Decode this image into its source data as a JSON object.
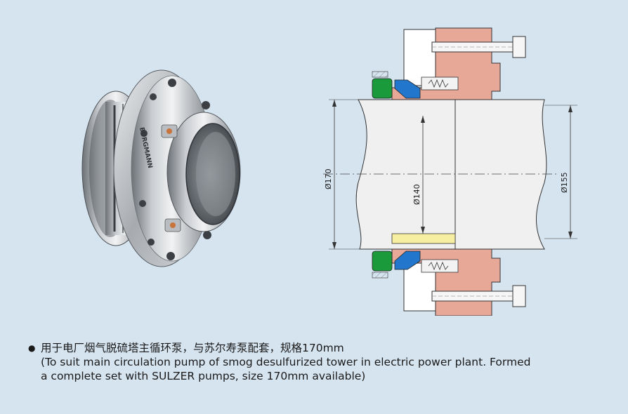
{
  "photo": {
    "brand_mark": "BURGMANN"
  },
  "drawing": {
    "dim_outer": "Ø170",
    "dim_inner": "Ø140",
    "dim_right": "Ø155"
  },
  "caption": {
    "bullet": "●",
    "line_cn": "用于电厂烟气脱硫塔主循环泵，与苏尔寿泵配套，规格170mm",
    "line_en_1": "(To suit main circulation pump of smog desulfurized tower in electric power plant. Formed",
    "line_en_2": "a complete set with SULZER pumps, size 170mm available)"
  },
  "colors": {
    "background": "#d6e4f0",
    "seal_body": "#e8a898",
    "shaft": "#eeeeee",
    "o_ring_green": "#1a9a3a",
    "carbon_blue": "#2277cc",
    "sleeve_yellow": "#f6eea0"
  }
}
